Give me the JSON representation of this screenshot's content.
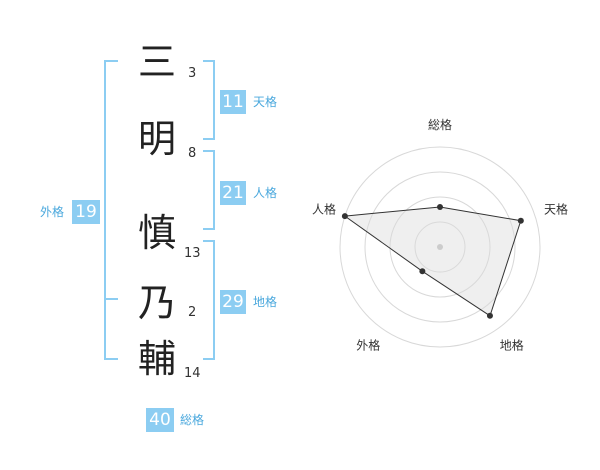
{
  "name": {
    "characters": [
      {
        "char": "三",
        "strokes": "3"
      },
      {
        "char": "明",
        "strokes": "8"
      },
      {
        "char": "慎",
        "strokes": "13"
      },
      {
        "char": "乃",
        "strokes": "2"
      },
      {
        "char": "輔",
        "strokes": "14"
      }
    ]
  },
  "fortunes": {
    "tenkaku": {
      "value": "11",
      "label": "天格"
    },
    "jinkaku": {
      "value": "21",
      "label": "人格"
    },
    "chikaku": {
      "value": "29",
      "label": "地格"
    },
    "gaikaku": {
      "value": "19",
      "label": "外格"
    },
    "soukaku": {
      "value": "40",
      "label": "総格"
    }
  },
  "colors": {
    "accent": "#8ccdf2",
    "accent_text": "#4aa8dd"
  },
  "chart_data": {
    "type": "radar",
    "axes": [
      "総格",
      "天格",
      "地格",
      "外格",
      "人格"
    ],
    "values": [
      0.4,
      0.85,
      0.85,
      0.3,
      1.0
    ],
    "range": [
      0,
      1
    ],
    "rings": 4
  }
}
